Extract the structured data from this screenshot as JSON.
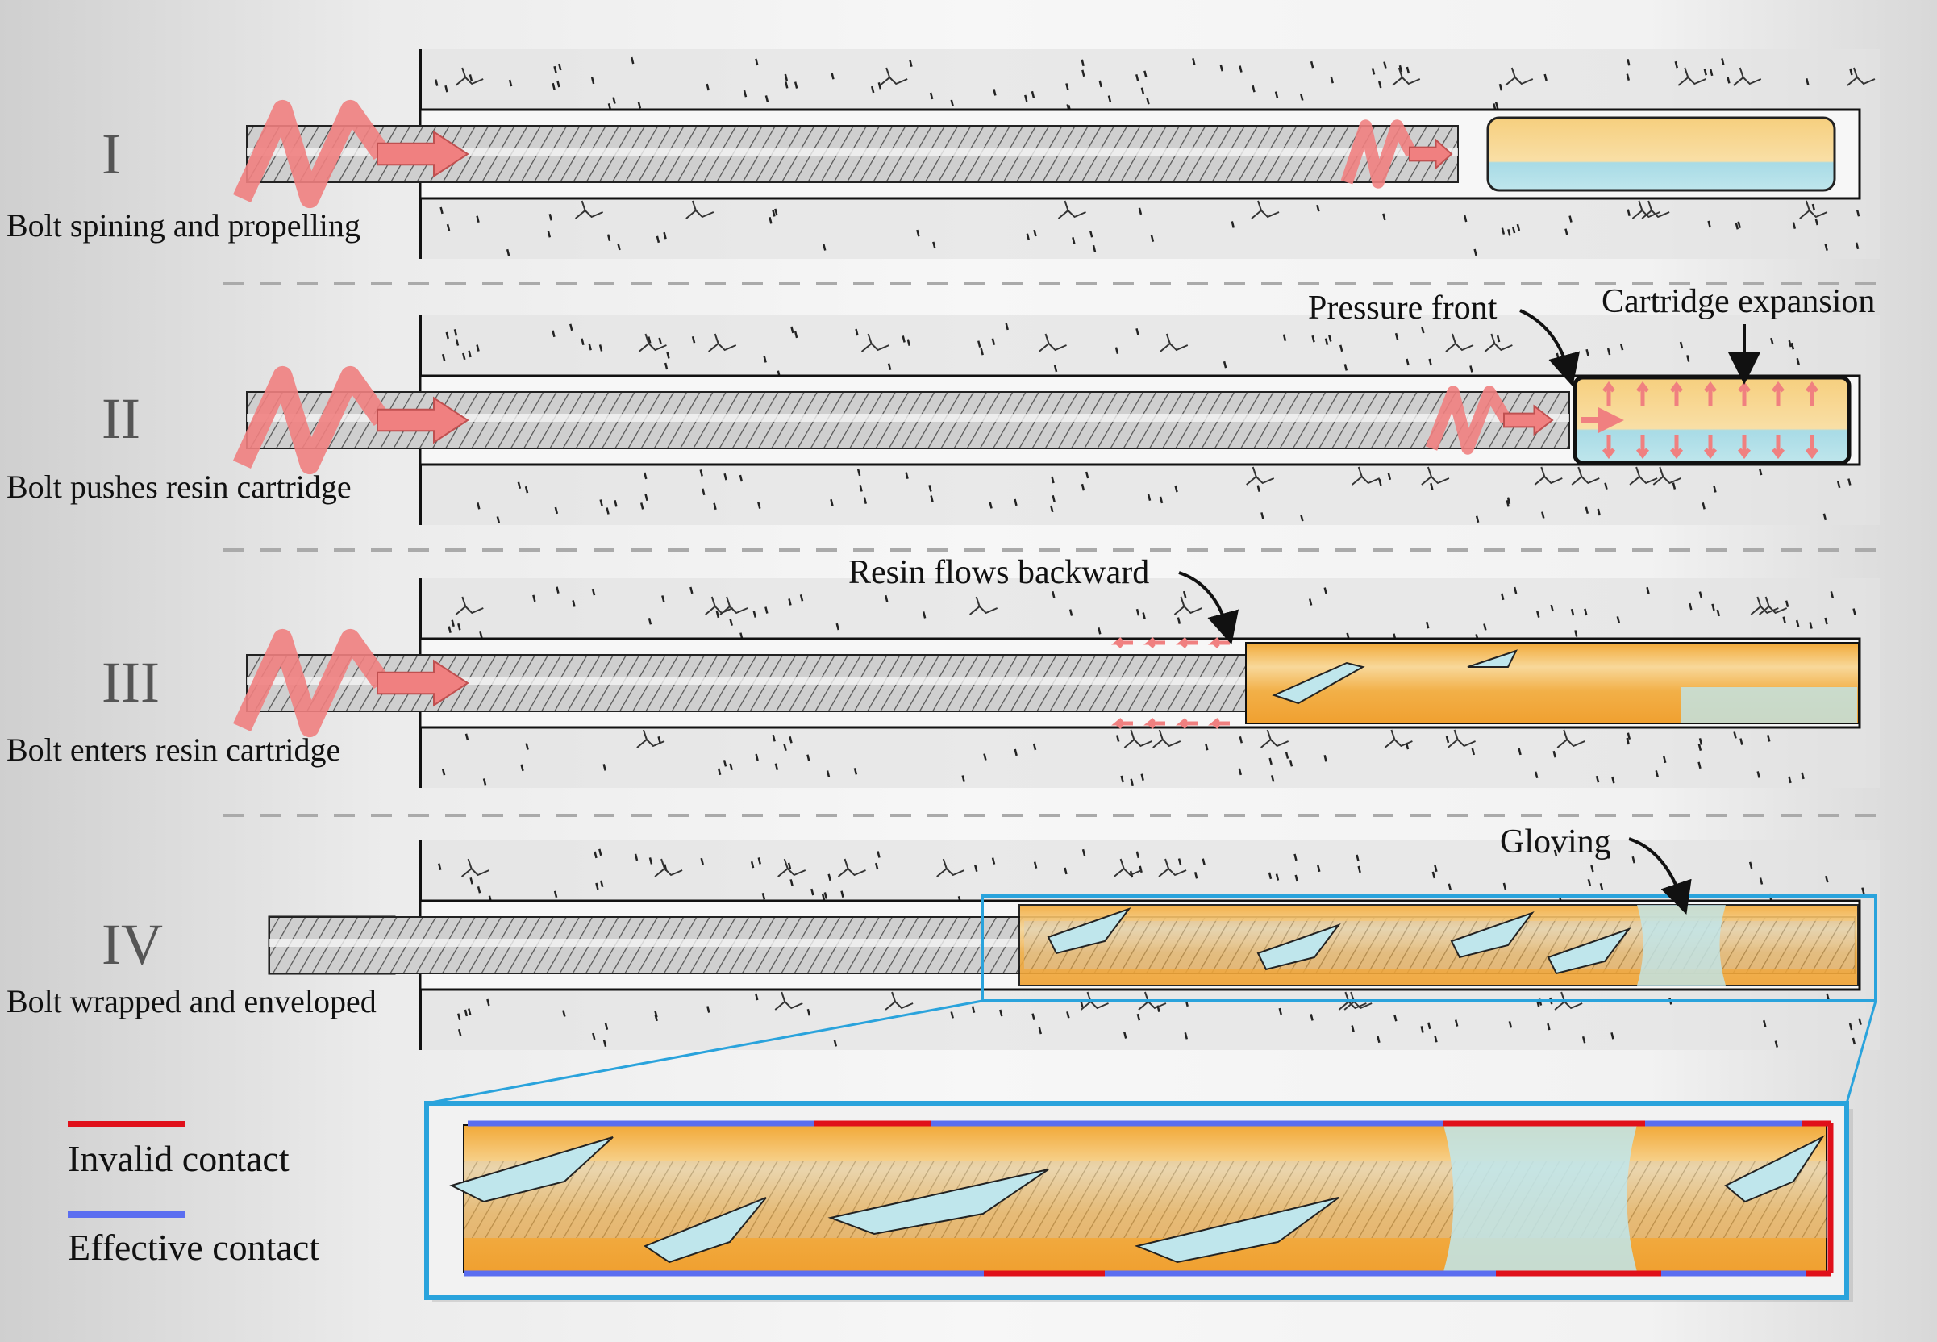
{
  "stages": [
    {
      "numeral": "I",
      "caption": "Bolt spining and propelling"
    },
    {
      "numeral": "II",
      "caption": "Bolt pushes resin cartridge"
    },
    {
      "numeral": "III",
      "caption": "Bolt enters resin cartridge"
    },
    {
      "numeral": "IV",
      "caption": "Bolt wrapped and enveloped"
    }
  ],
  "annotations": {
    "pressure_front": "Pressure front",
    "cartridge_expansion": "Cartridge expansion",
    "resin_flows_backward": "Resin flows backward",
    "gloving": "Gloving"
  },
  "legend": {
    "invalid": {
      "label": "Invalid contact",
      "color": "#e0101a"
    },
    "effective": {
      "label": "Effective contact",
      "color": "#5b6ef0"
    }
  },
  "colors": {
    "arrow": "#f08080",
    "resin": "#f2b048",
    "film": "#bfe6ec",
    "zoom_frame": "#2aa3dc",
    "bolt": "#9a9a9a"
  }
}
